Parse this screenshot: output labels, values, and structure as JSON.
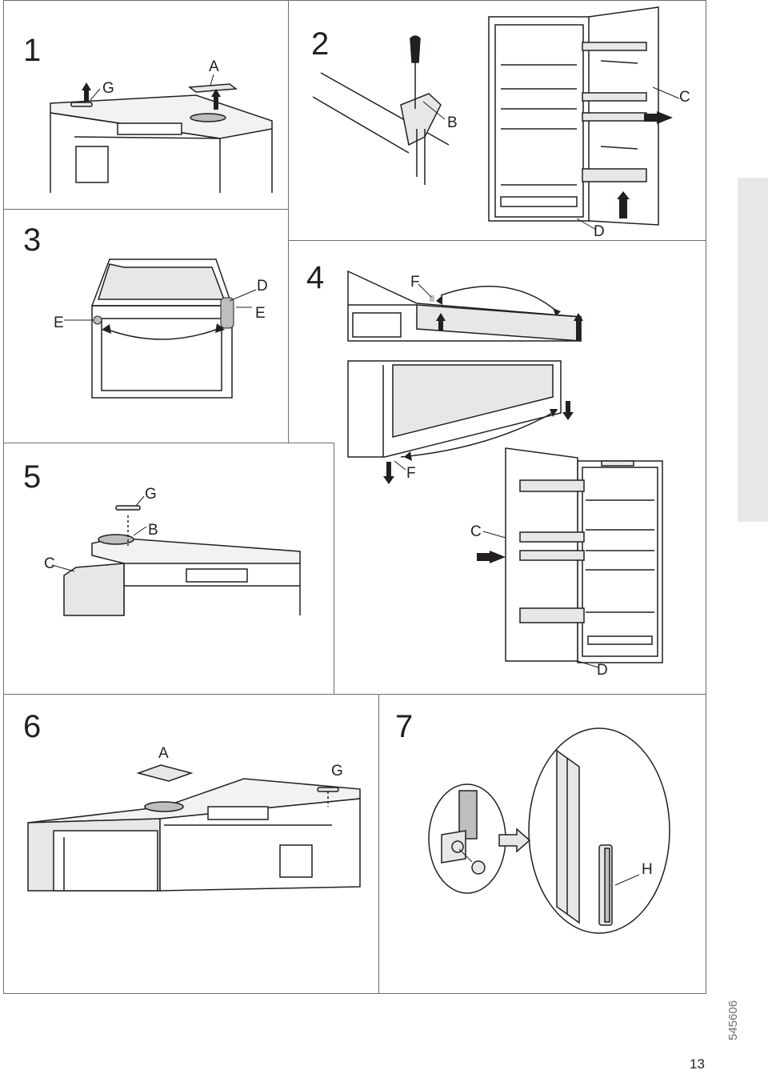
{
  "steps": [
    {
      "number": "1",
      "labels": {
        "g": "G",
        "a": "A"
      }
    },
    {
      "number": "2",
      "labels": {
        "b": "B",
        "c": "C",
        "d": "D"
      }
    },
    {
      "number": "3",
      "labels": {
        "d": "D",
        "e_left": "E",
        "e_right": "E"
      }
    },
    {
      "number": "4",
      "labels": {
        "f_top": "F",
        "f_bottom": "F"
      }
    },
    {
      "number": "5",
      "labels": {
        "g": "G",
        "b": "B",
        "c_left": "C",
        "c_right": "C",
        "d": "D"
      }
    },
    {
      "number": "6",
      "labels": {
        "a": "A",
        "g": "G"
      }
    },
    {
      "number": "7",
      "labels": {
        "h": "H"
      }
    }
  ],
  "footer": {
    "page_number": "13",
    "doc_number": "545606"
  }
}
